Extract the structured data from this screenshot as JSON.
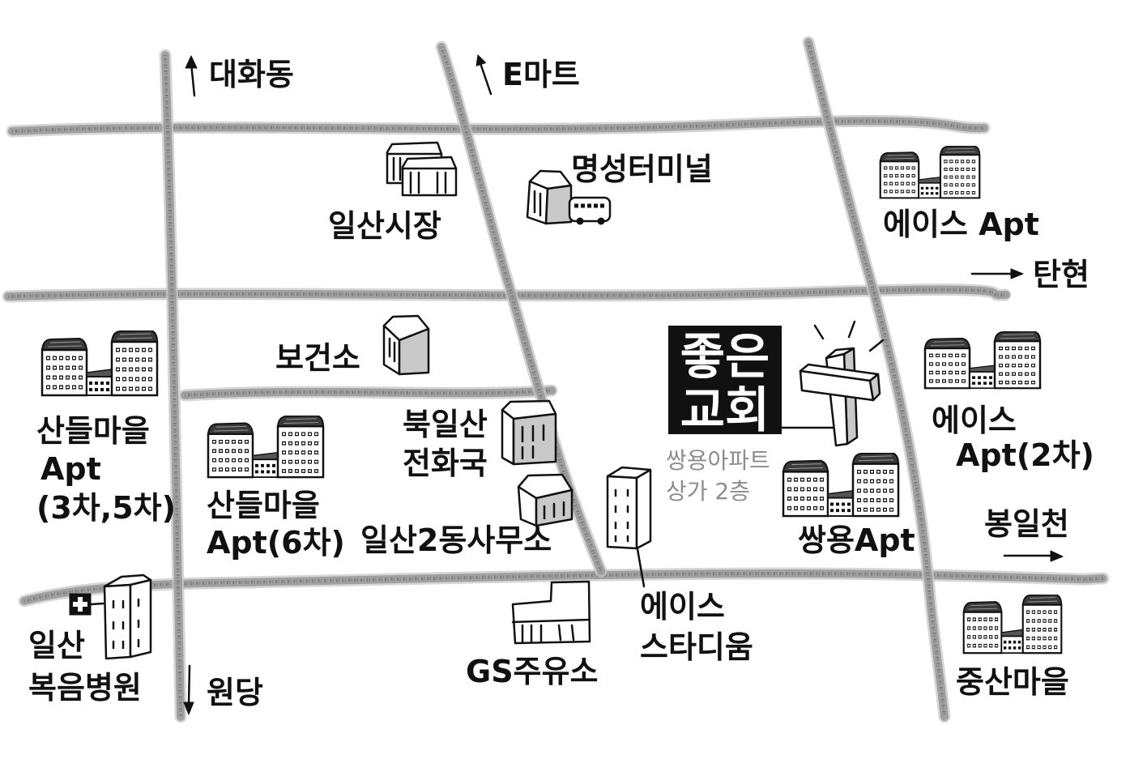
{
  "map": {
    "directions": {
      "daehwa_dong": "대화동",
      "emart": "E마트",
      "tanhyeon": "탄현",
      "bongilcheon": "봉일천",
      "wondang": "원당"
    },
    "church": {
      "name_line1": "좋은",
      "name_line2": "교회",
      "address_line1": "쌍용아파트",
      "address_line2": "상가 2층"
    },
    "landmarks": {
      "myeongseong_terminal": "명성터미널",
      "ilsan_market": "일산시장",
      "ace_apt": "에이스 Apt",
      "health_center": "보건소",
      "sandeul_apt_3_5": [
        "산들마을",
        "Apt",
        "(3차,5차)"
      ],
      "sandeul_apt_6": [
        "산들마을",
        "Apt(6차)"
      ],
      "bukilsan_telecom": [
        "북일산",
        "전화국"
      ],
      "ilsan2dong_office": "일산2동사무소",
      "ace_apt_2": [
        "에이스",
        "Apt(2차)"
      ],
      "ssangyong_apt": "쌍용Apt",
      "ace_stadium": [
        "에이스",
        "스타디움"
      ],
      "gs_station": "GS주유소",
      "bogeum_hospital": [
        "일산",
        "복음병원"
      ],
      "jungsan_village": "중산마을"
    }
  },
  "colors": {
    "road": "#9b9b9b",
    "ink": "#111111",
    "church_box": "#111111",
    "church_text": "#ffffff",
    "church_caption": "#8c8c8c",
    "building_shade": "#c9c9c9"
  }
}
